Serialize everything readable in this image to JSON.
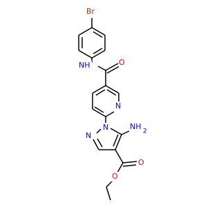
{
  "molecule": {
    "atoms": [
      {
        "id": "br",
        "label": "Br",
        "color": "#8b3d1d"
      },
      {
        "id": "nh",
        "label": "NH",
        "color": "#0000ff"
      },
      {
        "id": "o1",
        "label": "O",
        "color": "#ff0000"
      },
      {
        "id": "n-pyridine",
        "label": "N",
        "color": "#0000ff"
      },
      {
        "id": "n1",
        "label": "N",
        "color": "#0000ff"
      },
      {
        "id": "n2",
        "label": "N",
        "color": "#0000ff"
      },
      {
        "id": "nh2",
        "label": "NH",
        "color": "#0000ff"
      },
      {
        "id": "nh2-subscript",
        "label": "2",
        "color": "#0000ff"
      },
      {
        "id": "o2",
        "label": "O",
        "color": "#ff0000"
      },
      {
        "id": "o3",
        "label": "O",
        "color": "#ff0000"
      }
    ]
  }
}
